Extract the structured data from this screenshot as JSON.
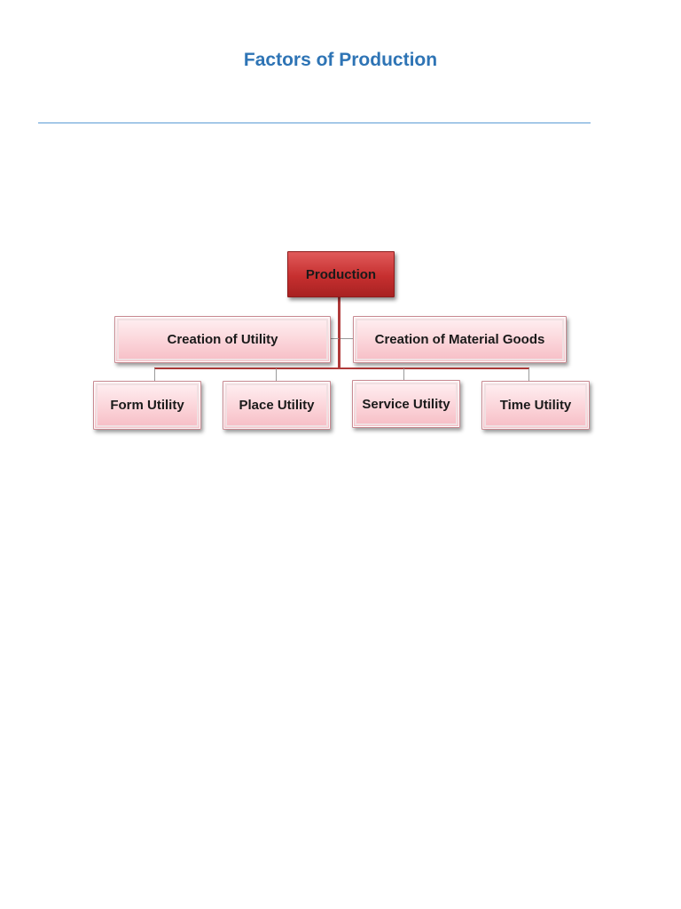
{
  "document": {
    "title": "Factors of Production"
  },
  "diagram": {
    "root": {
      "label": "Production"
    },
    "level2": [
      {
        "label": "Creation of Utility"
      },
      {
        "label": "Creation of Material Goods"
      }
    ],
    "level3": [
      {
        "label": "Form Utility"
      },
      {
        "label": "Place Utility"
      },
      {
        "label": "Service Utility"
      },
      {
        "label": "Time Utility"
      }
    ],
    "colors": {
      "title": "#2E74B5",
      "root_fill": "#C62F2F",
      "node_fill": "#FBD4D9",
      "connector": "#B03A3A"
    }
  }
}
